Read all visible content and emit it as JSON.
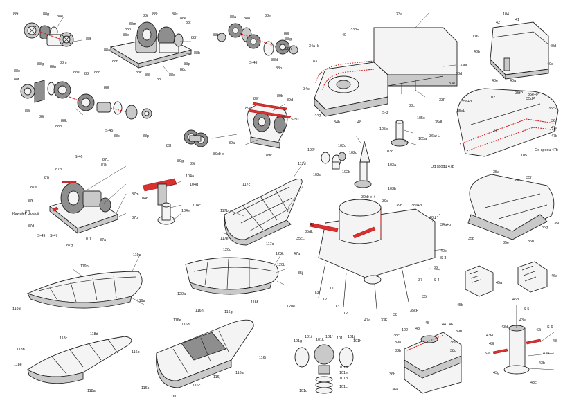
{
  "accent_colors": {
    "outline": "#222222",
    "glue_marks": "#d42020",
    "shade": "#8e8e8e"
  },
  "labels": {
    "l88t_a": "88t",
    "l88g_a": "88g",
    "l88e_a": "88e",
    "l88f_a": "88f",
    "l88g_b": "88g",
    "l88m_b": "88m",
    "l88n_b": "88n",
    "l88o_b": "88o",
    "l88s_b": "88s",
    "l88r_b": "88r",
    "l88d_b": "88d",
    "l88t_b": "88t",
    "l88i_b": "88i",
    "l88j_b": "88j",
    "l88k_b": "88k",
    "l88h_b": "88h",
    "l88l_b": "88l",
    "l88p_b": "88p",
    "s45_a": "S-45",
    "l88c_b": "88c",
    "w88i": "88i",
    "w88r": "88r",
    "w88s": "88s",
    "w88m": "88m",
    "w88n": "88n",
    "w88o": "88o",
    "w88t": "88t",
    "w88a": "88a",
    "w88b": "88b",
    "w88c": "88c",
    "w88d": "88d",
    "w88f": "88f",
    "w88h": "88h",
    "w88j": "88j",
    "w88l": "88l",
    "w88k": "88k",
    "w88p": "88p",
    "w88e": "88e",
    "r88a": "88a",
    "r88o": "88o",
    "r88e": "88e",
    "r88t": "88t",
    "r88f": "88f",
    "r88g": "88g",
    "r88n": "88n",
    "r88d": "88d",
    "rS46": "S-46",
    "r88p": "88p",
    "t89f": "89f",
    "t89b": "89b",
    "t89d": "89d",
    "t89e": "89e",
    "tS50": "S-50",
    "t89a": "89a",
    "t89c": "89c",
    "t89h": "89h",
    "t89g": "89g",
    "t89i": "89i",
    "t89ds": "89d+e",
    "p104a": "104a",
    "p104b": "104b",
    "p104c": "104c",
    "p104d": "104d",
    "p104e": "104e",
    "c87a": "87a",
    "c87b": "87b",
    "c87c": "87c",
    "c87d": "87d",
    "c87e": "87e",
    "c87f": "87f",
    "c87g": "87g",
    "c87h": "87h",
    "c87i": "87i",
    "c87j": "87j",
    "c87k": "87k",
    "c87l": "87l",
    "c87m": "87m",
    "cS46": "S-46",
    "cS47": "S-47",
    "cS49": "S-49",
    "cKaw": "Kawałek izolacji",
    "b117a": "117a",
    "b117b": "117b",
    "b117c": "117c",
    "b117d": "117d",
    "b117e": "117e",
    "b119a": "119a",
    "b119b": "119b",
    "b119c": "119c",
    "b119d": "119d",
    "b120a": "120a",
    "b120b": "120b",
    "b120c": "120c",
    "b120d": "120d",
    "b120e": "120e",
    "b118a": "118a",
    "b118b": "118b",
    "b118c": "118c",
    "b118d": "118d",
    "b118e": "118e",
    "b116a": "116a",
    "b116b": "116b",
    "b116c": "116c",
    "b116d": "116d",
    "b116e": "116e",
    "b116f": "116f",
    "b116g": "116g",
    "b116h": "116h",
    "b116i": "116i",
    "b116j": "116j",
    "b116k": "116k",
    "b116l": "116l",
    "d33a": "33a",
    "d33bf": "33bF",
    "d40": "40",
    "d34ab": "34a+b",
    "d83": "83",
    "d34c": "34c",
    "d33bl": "33bL",
    "d33d": "33d",
    "d33e": "33e",
    "d33c": "33c",
    "d33f": "33F",
    "dS3": "S-3",
    "d34b": "34b",
    "d48": "48",
    "d33g": "33g",
    "g103a": "103a",
    "g103b": "103b",
    "g103c": "103c",
    "g105a": "105a",
    "g105b": "105b",
    "g105c": "105c",
    "g102a": "102a",
    "g102b": "102b",
    "g102c": "102c",
    "g102d": "102d",
    "g102f": "102f",
    "h41": "41",
    "h42": "42",
    "h104": "104",
    "h40a": "40a",
    "h40b": "40b",
    "h40c": "40c",
    "h40d": "40d",
    "h40e": "40e",
    "h116": "116",
    "k35ab": "35a+b",
    "k35cl": "35cL",
    "k35dl": "35dL",
    "k35dp": "35dP",
    "k35ep": "35e+P",
    "k35cp": "35cP",
    "k35fp": "35fP",
    "k36": "36",
    "k37": "37",
    "k102": "102",
    "k105": "105",
    "k47a": "47a",
    "k47b": "47b",
    "k36kl": "36a+L",
    "kOd1": "Od spodu 47b",
    "kOd2": "Od spodu 47b",
    "m35a": "35a",
    "m35f": "35f",
    "m35g": "35g",
    "m35i": "35i",
    "m35h": "35h",
    "m35e": "35e",
    "m35b": "35b",
    "m35k": "35k",
    "n39def": "39d+e+f",
    "n39c": "39c",
    "n39b": "39b",
    "n38ab": "38a+b",
    "n40d": "40d",
    "n34ab": "34a+b",
    "n43": "43",
    "n35d": "35dL",
    "n35cl": "35cL",
    "n47a": "47a",
    "n35j": "35j",
    "n40c": "40c",
    "nS3": "S-3",
    "n36": "36",
    "n37": "37",
    "nS4": "S-4",
    "n38": "38",
    "n35cp": "35cP",
    "n33f": "33F",
    "n47a2": "47a",
    "nT3": "T3",
    "nT2": "T2",
    "nT1": "T1",
    "nT3b": "T3",
    "nT2b": "T2",
    "n35m": "35j",
    "v45a": "45a",
    "v45b": "45b",
    "v46a": "46a",
    "v46b": "46b",
    "q101a": "101a",
    "q101b": "101b",
    "q101c": "101c",
    "q101d": "101d",
    "q101e": "101e",
    "q101f": "101f",
    "q101g": "101g",
    "q101h": "101h",
    "q101i": "101i",
    "q101j": "101j",
    "q101k": "101k",
    "q101l": "101l",
    "z38a": "38a",
    "z38b": "38b",
    "z38c": "38c",
    "z38d": "38d",
    "z39a": "39a",
    "z39b": "39b",
    "z36a": "36a",
    "z36b": "36b",
    "z43": "43",
    "z44": "44",
    "z45": "45",
    "z46": "46",
    "z102": "102",
    "y43a": "43a",
    "y43b": "43b",
    "y43c": "43c",
    "y43d": "43d",
    "y43e": "43e",
    "y43f": "43f",
    "y43g": "43g",
    "y43h": "43H",
    "y43i": "43i",
    "yS5": "S-5",
    "yS6a": "S-6",
    "yS6b": "S-6",
    "y43j": "43j"
  }
}
